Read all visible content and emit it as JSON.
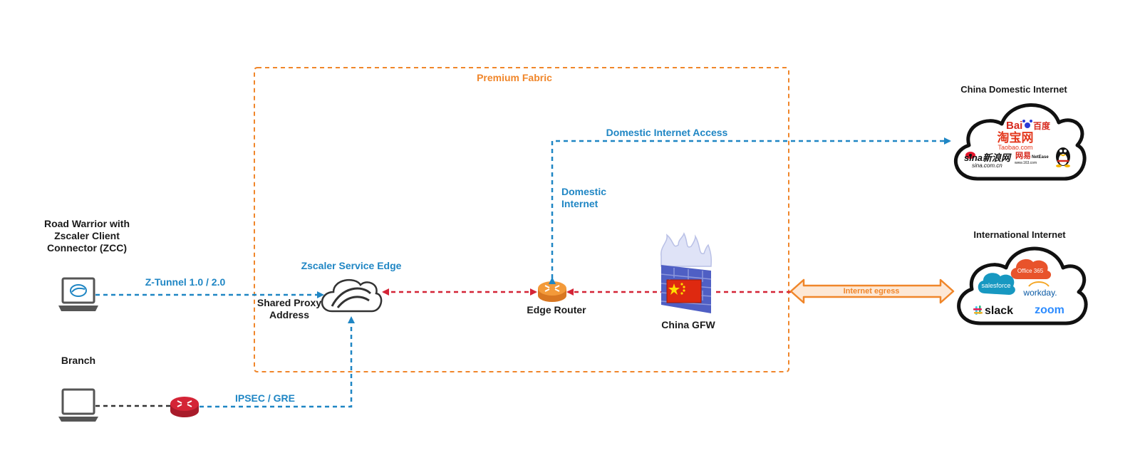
{
  "fabric": {
    "title": "Premium Fabric"
  },
  "road_warrior": {
    "line1": "Road Warrior with",
    "line2": "Zscaler Client",
    "line3": "Connector (ZCC)"
  },
  "branch": {
    "label": "Branch"
  },
  "tunnels": {
    "ztunnel": "Z-Tunnel 1.0 / 2.0",
    "ipsec": "IPSEC / GRE"
  },
  "service_edge": {
    "title": "Zscaler Service Edge",
    "proxy_line1": "Shared Proxy",
    "proxy_line2": "Address"
  },
  "edge_router": {
    "label": "Edge Router"
  },
  "gfw": {
    "label": "China GFW"
  },
  "domestic": {
    "access": "Domestic Internet Access",
    "line1": "Domestic",
    "line2": "Internet"
  },
  "egress": {
    "label": "Internet egress"
  },
  "china_cloud": {
    "title": "China Domestic Internet",
    "logos": {
      "baidu_a": "Bai",
      "baidu_b": "百度",
      "taobao": "淘宝网",
      "taobao_url": "Taobao.com",
      "sina": "sina新浪网",
      "sina_url": "sina.com.cn",
      "netease": "网易",
      "netease_en": "NetEase",
      "netease_url": "www.163.com"
    }
  },
  "intl_cloud": {
    "title": "International Internet",
    "logos": {
      "office": "Office 365",
      "salesforce": "salesforce",
      "workday": "workday.",
      "slack": "slack",
      "zoom": "zoom"
    }
  },
  "colors": {
    "fabric": "#f0862a",
    "blue_link": "#1f86c4",
    "red_link": "#d42436",
    "router": "#f39a3a",
    "branch_router": "#d42436"
  }
}
